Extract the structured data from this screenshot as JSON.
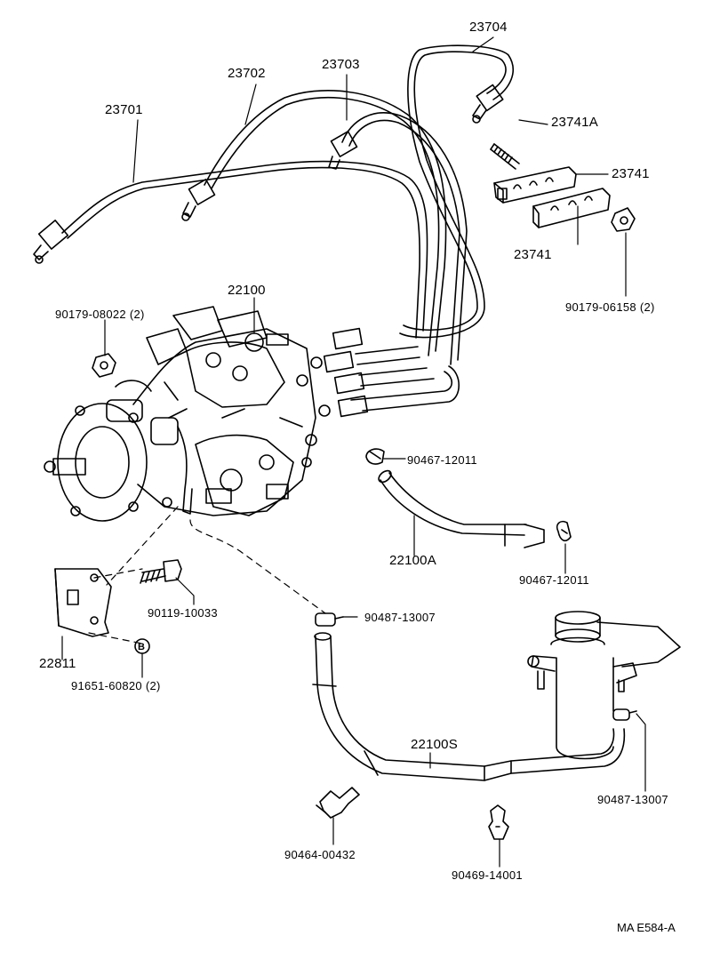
{
  "colors": {
    "ink": "#000000",
    "paper": "#ffffff"
  },
  "part_labels": {
    "p23701": "23701",
    "p23702": "23702",
    "p23703": "23703",
    "p23704": "23704",
    "p23741A": "23741A",
    "p23741_top": "23741",
    "p23741_bottom": "23741",
    "p90179_06158": "90179-06158 (2)",
    "p90179_08022": "90179-08022 (2)",
    "p22100": "22100",
    "p90467_12011_a": "90467-12011",
    "p22100A": "22100A",
    "p90467_12011_b": "90467-12011",
    "p90119_10033": "90119-10033",
    "p90487_13007_a": "90487-13007",
    "p22811": "22811",
    "p91651_60820": "91651-60820 (2)",
    "p22100S": "22100S",
    "p90487_13007_b": "90487-13007",
    "p90464_00432": "90464-00432",
    "p90469_14001": "90469-14001"
  },
  "washer_symbol": "B",
  "reference_code": "MA E584-A"
}
